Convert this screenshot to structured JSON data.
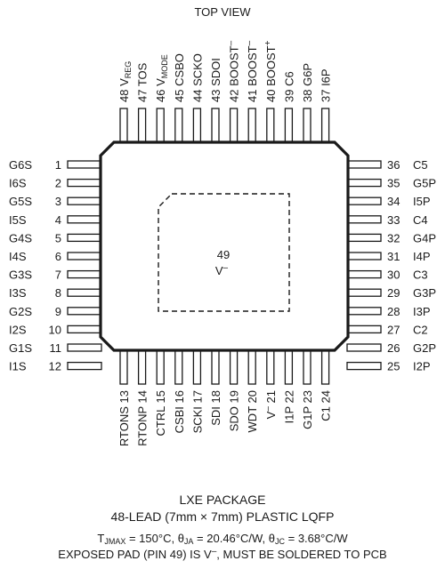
{
  "view_label": "TOP VIEW",
  "pad_number": "49",
  "pad_name": "V",
  "pad_name_sup": "–",
  "pins": {
    "left": [
      {
        "label": "G6S",
        "num": "1"
      },
      {
        "label": "I6S",
        "num": "2"
      },
      {
        "label": "G5S",
        "num": "3"
      },
      {
        "label": "I5S",
        "num": "4"
      },
      {
        "label": "G4S",
        "num": "5"
      },
      {
        "label": "I4S",
        "num": "6"
      },
      {
        "label": "G3S",
        "num": "7"
      },
      {
        "label": "I3S",
        "num": "8"
      },
      {
        "label": "G2S",
        "num": "9"
      },
      {
        "label": "I2S",
        "num": "10"
      },
      {
        "label": "G1S",
        "num": "11"
      },
      {
        "label": "I1S",
        "num": "12"
      }
    ],
    "right": [
      {
        "label": "C5",
        "num": "36"
      },
      {
        "label": "G5P",
        "num": "35"
      },
      {
        "label": "I5P",
        "num": "34"
      },
      {
        "label": "C4",
        "num": "33"
      },
      {
        "label": "G4P",
        "num": "32"
      },
      {
        "label": "I4P",
        "num": "31"
      },
      {
        "label": "C3",
        "num": "30"
      },
      {
        "label": "G3P",
        "num": "29"
      },
      {
        "label": "I3P",
        "num": "28"
      },
      {
        "label": "C2",
        "num": "27"
      },
      {
        "label": "G2P",
        "num": "26"
      },
      {
        "label": "I2P",
        "num": "25"
      }
    ],
    "top": [
      {
        "label": "V",
        "sub": "REG",
        "num": "48"
      },
      {
        "label": "TOS",
        "num": "47"
      },
      {
        "label": "V",
        "sub": "MODE",
        "num": "46"
      },
      {
        "label": "CSBO",
        "num": "45"
      },
      {
        "label": "SCKO",
        "num": "44"
      },
      {
        "label": "SDOI",
        "num": "43"
      },
      {
        "label": "BOOST",
        "sup": "–",
        "num": "42"
      },
      {
        "label": "BOOST",
        "sup": "–",
        "num": "41"
      },
      {
        "label": "BOOST",
        "sup": "+",
        "num": "40"
      },
      {
        "label": "C6",
        "num": "39"
      },
      {
        "label": "G6P",
        "num": "38"
      },
      {
        "label": "I6P",
        "num": "37"
      }
    ],
    "bottom": [
      {
        "label": "RTONS",
        "num": "13"
      },
      {
        "label": "RTONP",
        "num": "14"
      },
      {
        "label": "CTRL",
        "num": "15"
      },
      {
        "label": "CSBI",
        "num": "16"
      },
      {
        "label": "SCKI",
        "num": "17"
      },
      {
        "label": "SDI",
        "num": "18"
      },
      {
        "label": "SDO",
        "num": "19"
      },
      {
        "label": "WDT",
        "num": "20"
      },
      {
        "label": "V",
        "sup": "–",
        "num": "21"
      },
      {
        "label": "I1P",
        "num": "22"
      },
      {
        "label": "G1P",
        "num": "23"
      },
      {
        "label": "C1",
        "num": "24"
      }
    ]
  },
  "caption": {
    "package": "LXE PACKAGE",
    "lead_desc": "48-LEAD (7mm × 7mm) PLASTIC LQFP",
    "thermal": {
      "t": "T",
      "t_sub": "JMAX",
      "t_val": " = 150°C, ",
      "theta1": "θ",
      "theta1_sub": "JA",
      "theta1_val": " = 20.46°C/W, ",
      "theta2": "θ",
      "theta2_sub": "JC",
      "theta2_val": " = 3.68°C/W"
    },
    "pad_note_a": "EXPOSED PAD (PIN 49) IS V",
    "pad_note_sup": "–",
    "pad_note_b": ", MUST BE SOLDERED TO PCB"
  },
  "colors": {
    "ink": "#1a1a1a",
    "body_fill": "#ffffff"
  }
}
